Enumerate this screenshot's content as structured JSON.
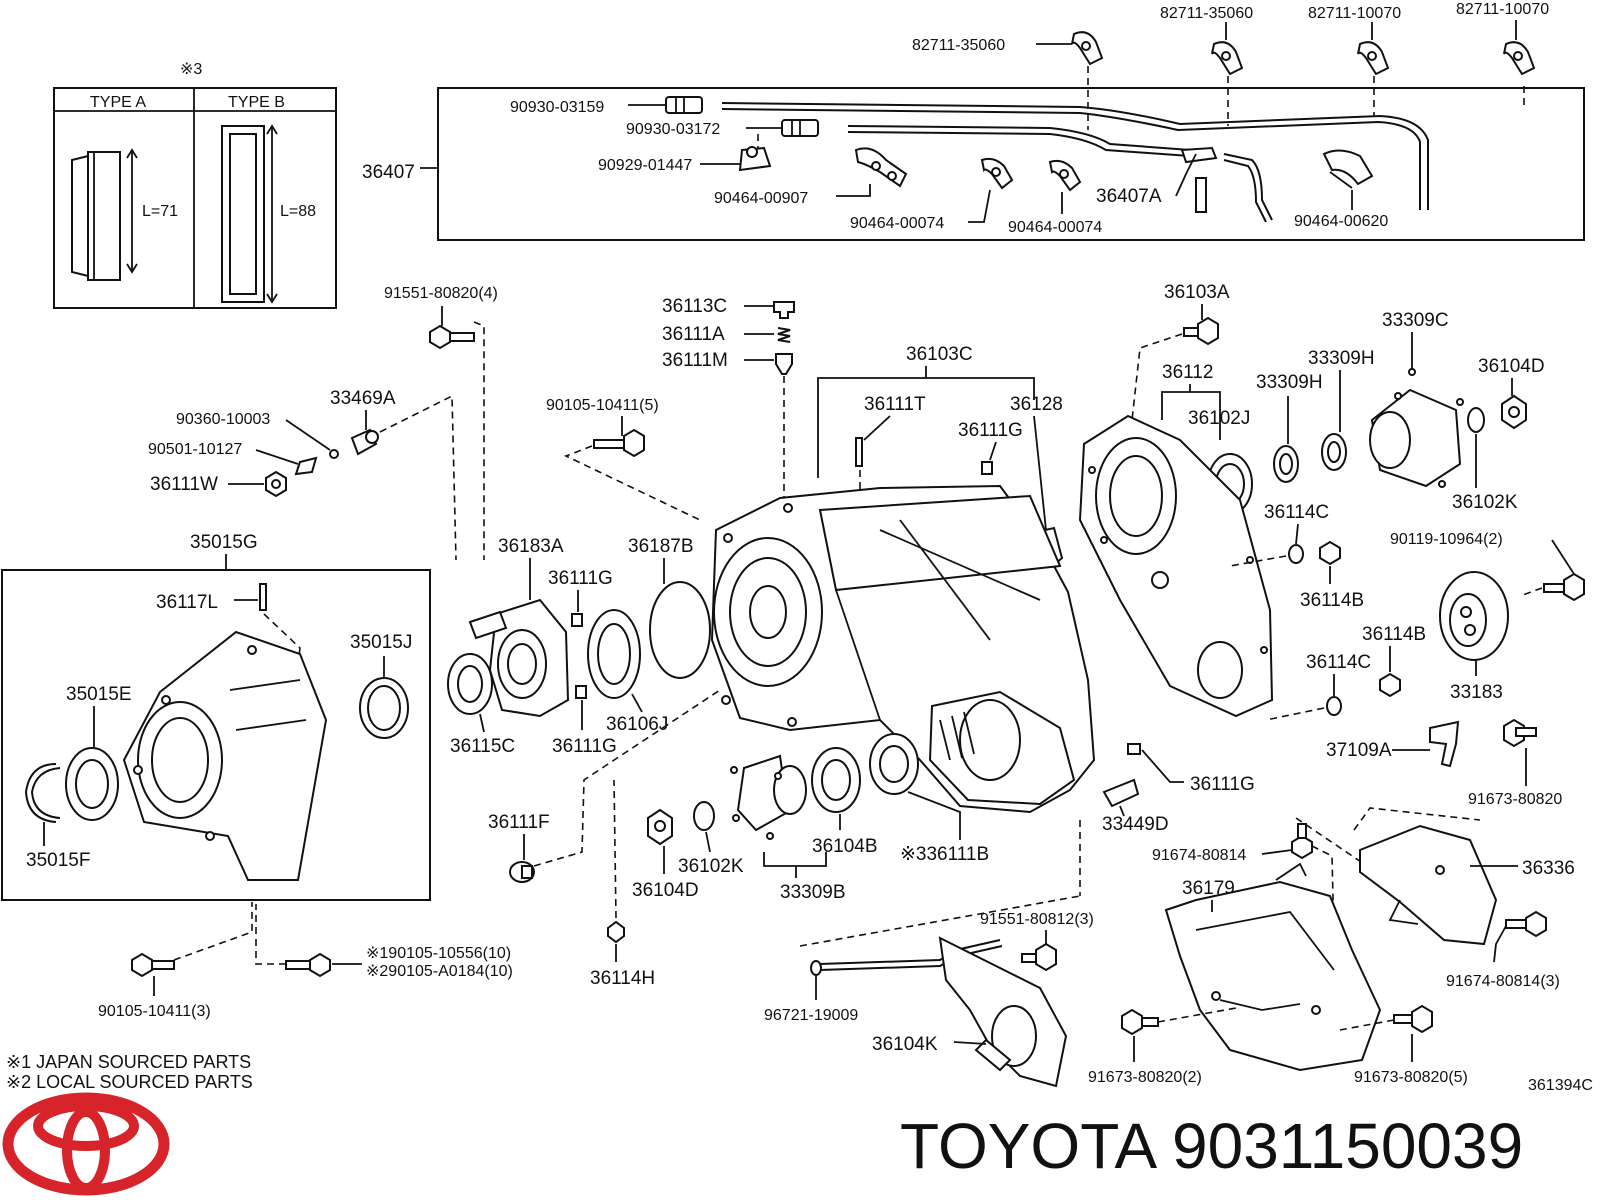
{
  "type_table": {
    "marker": "※3",
    "type_a": "TYPE A",
    "type_b": "TYPE B",
    "length_a": "L=71",
    "length_b": "L=88"
  },
  "labels": {
    "p82711_35060_a": "82711-35060",
    "p82711_35060_b": "82711-35060",
    "p82711_10070_a": "82711-10070",
    "p82711_10070_b": "82711-10070",
    "p90930_03159": "90930-03159",
    "p90930_03172": "90930-03172",
    "p90929_01447": "90929-01447",
    "p90464_00907": "90464-00907",
    "p90464_00074_a": "90464-00074",
    "p90464_00074_b": "90464-00074",
    "p36407": "36407",
    "p36407A": "36407A",
    "p90464_00620": "90464-00620",
    "p91551_80820": "91551-80820(4)",
    "p33469A": "33469A",
    "p90360_10003": "90360-10003",
    "p90501_10127": "90501-10127",
    "p36111W": "36111W",
    "p36113C": "36113C",
    "p36111A": "36111A",
    "p36111M": "36111M",
    "p90105_10411_5": "90105-10411(5)",
    "p36103C": "36103C",
    "p36111T": "36111T",
    "p36128": "36128",
    "p36111G_top": "36111G",
    "p36103A": "36103A",
    "p36112": "36112",
    "p36102J": "36102J",
    "p33309H_a": "33309H",
    "p33309H_b": "33309H",
    "p33309C": "33309C",
    "p36104D_r": "36104D",
    "p36102K_r": "36102K",
    "p36114C_a": "36114C",
    "p36114B_a": "36114B",
    "p90119_10964": "90119-10964(2)",
    "p36114B_b": "36114B",
    "p36114C_b": "36114C",
    "p33183": "33183",
    "p35015G": "35015G",
    "p36117L": "36117L",
    "p35015J": "35015J",
    "p35015E": "35015E",
    "p35015F": "35015F",
    "p36183A": "36183A",
    "p36111G_mid": "36111G",
    "p36187B": "36187B",
    "p36106J": "36106J",
    "p36115C": "36115C",
    "p36111G_low": "36111G",
    "p37109A": "37109A",
    "p91673_80820_a": "91673-80820",
    "p36111G_r": "36111G",
    "p33449D": "33449D",
    "p36111F": "36111F",
    "p36102K_b": "36102K",
    "p36104B": "36104B",
    "p36111B": "※336111B",
    "p36104D_b": "36104D",
    "p33309B": "33309B",
    "p91674_80814_a": "91674-80814",
    "p36336": "36336",
    "p36179": "36179",
    "p91551_80812": "91551-80812(3)",
    "p91674_80814_b": "91674-80814(3)",
    "p36114H": "36114H",
    "p96721_19009": "96721-19009",
    "p36104K": "36104K",
    "p91673_80820_2": "91673-80820(2)",
    "p91673_80820_5": "91673-80820(5)",
    "p90105_10411_3": "90105-10411(3)",
    "p90105_10556": "※190105-10556(10)",
    "p90105_A0184": "※290105-A0184(10)",
    "diagram_code": "361394C"
  },
  "notes": {
    "note1": "※1 JAPAN SOURCED PARTS",
    "note2": "※2 LOCAL SOURCED PARTS"
  },
  "brand": {
    "name": "TOYOTA",
    "part_number": "9031150039",
    "logo_color": "#d7242a"
  }
}
